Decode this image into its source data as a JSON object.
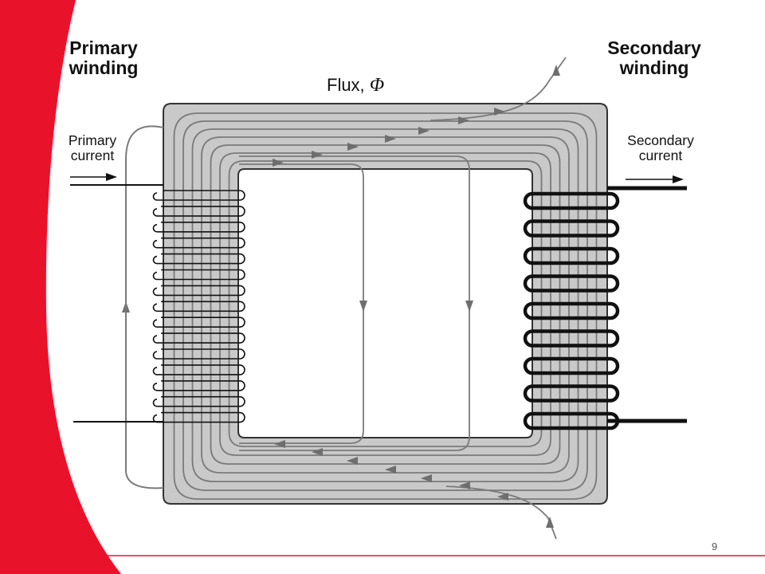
{
  "slide": {
    "page_number": "9",
    "accent_color": "#e8132a"
  },
  "labels": {
    "primary_winding": "Primary winding",
    "secondary_winding": "Secondary winding",
    "primary_current": "Primary current",
    "secondary_current": "Secondary current",
    "flux_text": "Flux,",
    "flux_symbol": "Φ"
  },
  "colors": {
    "core_fill": "#c9c9c9",
    "core_stroke": "#333333",
    "flux_line": "#7a7a7a",
    "winding": "#111111"
  }
}
